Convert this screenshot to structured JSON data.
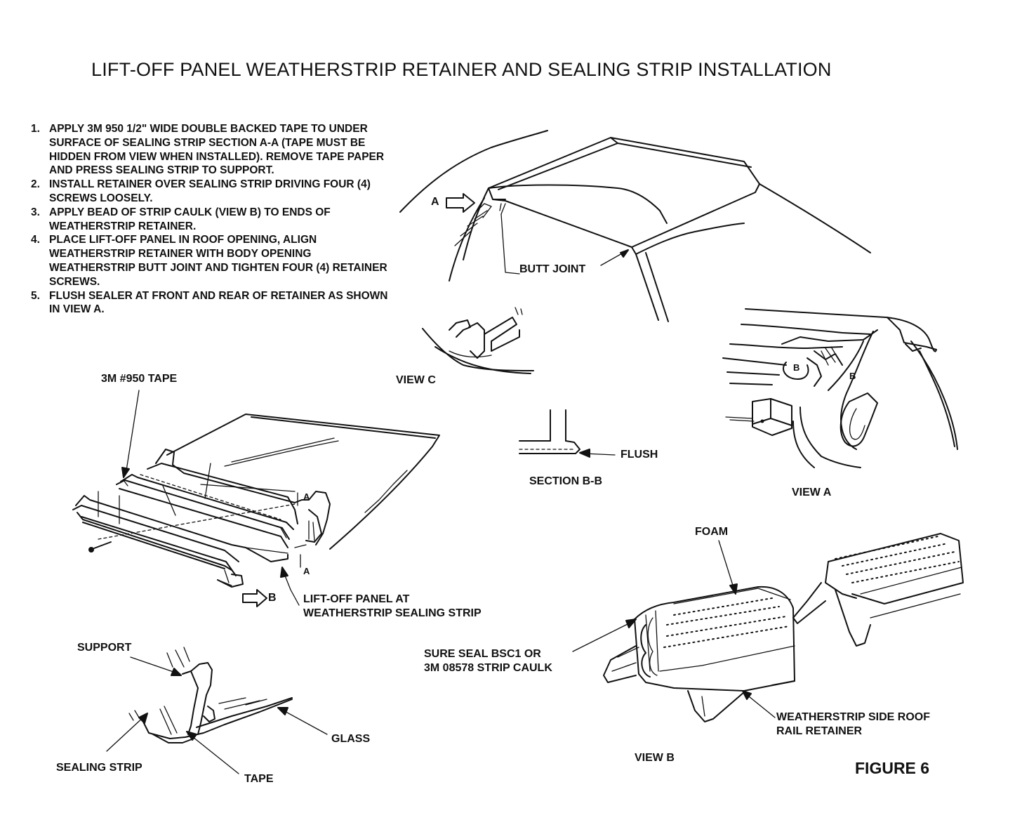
{
  "title": "LIFT-OFF PANEL WEATHERSTRIP RETAINER AND SEALING STRIP INSTALLATION",
  "instructions": [
    {
      "num": "1.",
      "text": "APPLY 3M 950 1/2\" WIDE DOUBLE BACKED TAPE TO UNDER SURFACE OF SEALING STRIP SECTION A-A (TAPE MUST BE HIDDEN FROM VIEW WHEN INSTALLED). REMOVE TAPE PAPER AND PRESS SEALING STRIP TO SUPPORT."
    },
    {
      "num": "2.",
      "text": "INSTALL RETAINER OVER SEALING STRIP DRIVING FOUR (4) SCREWS LOOSELY."
    },
    {
      "num": "3.",
      "text": "APPLY BEAD OF STRIP CAULK (VIEW B) TO ENDS OF WEATHERSTRIP RETAINER."
    },
    {
      "num": "4.",
      "text": "PLACE LIFT-OFF PANEL IN ROOF OPENING, ALIGN WEATHERSTRIP RETAINER WITH BODY OPENING WEATHERSTRIP BUTT JOINT AND TIGHTEN FOUR (4) RETAINER SCREWS."
    },
    {
      "num": "5.",
      "text": "FLUSH SEALER AT FRONT AND REAR OF RETAINER AS SHOWN IN VIEW A."
    }
  ],
  "labels": {
    "roof_a": "A",
    "butt_joint": "BUTT JOINT",
    "tape_950": "3M #950 TAPE",
    "view_c": "VIEW C",
    "flush": "FLUSH",
    "section_bb": "SECTION B-B",
    "view_a": "VIEW A",
    "view_a_b1": "B",
    "view_a_b2": "B",
    "section_a_top": "A",
    "section_a_bottom": "A",
    "arrow_b": "B",
    "lift_off_panel": "LIFT-OFF PANEL AT\nWEATHERSTRIP SEALING STRIP",
    "foam": "FOAM",
    "sure_seal": "SURE SEAL BSC1 OR\n3M 08578 STRIP CAULK",
    "support": "SUPPORT",
    "glass": "GLASS",
    "sealing_strip": "SEALING STRIP",
    "tape": "TAPE",
    "retainer": "WEATHERSTRIP SIDE ROOF\nRAIL RETAINER",
    "view_b": "VIEW B",
    "figure": "FIGURE 6"
  }
}
